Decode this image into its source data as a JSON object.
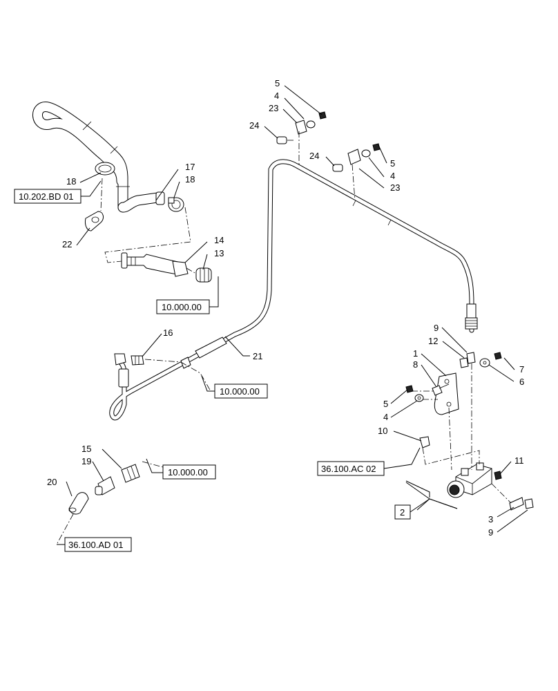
{
  "callouts": {
    "c1": "1",
    "c2": "2",
    "c3": "3",
    "c4a": "4",
    "c4b": "4",
    "c4c": "4",
    "c5a": "5",
    "c5b": "5",
    "c5c": "5",
    "c6": "6",
    "c7": "7",
    "c8": "8",
    "c9a": "9",
    "c9b": "9",
    "c10": "10",
    "c11": "11",
    "c12": "12",
    "c13": "13",
    "c14": "14",
    "c15": "15",
    "c16": "16",
    "c17": "17",
    "c18a": "18",
    "c18b": "18",
    "c19": "19",
    "c20": "20",
    "c21": "21",
    "c22": "22",
    "c23a": "23",
    "c23b": "23",
    "c24a": "24",
    "c24b": "24"
  },
  "references": {
    "r_10202bd01": "10.202.BD 01",
    "r_10000_a": "10.000.00",
    "r_10000_b": "10.000.00",
    "r_10000_c": "10.000.00",
    "r_36100ac02": "36.100.AC 02",
    "r_36100ad01": "36.100.AD 01",
    "r_box2": "2"
  }
}
